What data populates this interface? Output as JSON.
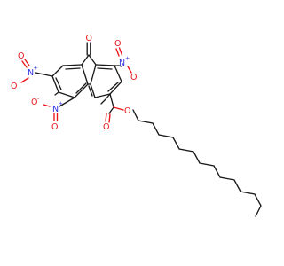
{
  "molecule": {
    "atoms": {
      "carbonyl_oxygen": "O",
      "ester_carbonyl_oxygen": "O",
      "ester_ether_oxygen": "O",
      "nitro_nitrogen": "N",
      "nitro_oxygen": "O",
      "positive_charge": "+",
      "negative_charge": "-"
    },
    "colors": {
      "bond": "#1a1a1a",
      "oxygen": "#e8141a",
      "nitrogen": "#3030e6",
      "background": "#ffffff"
    }
  }
}
